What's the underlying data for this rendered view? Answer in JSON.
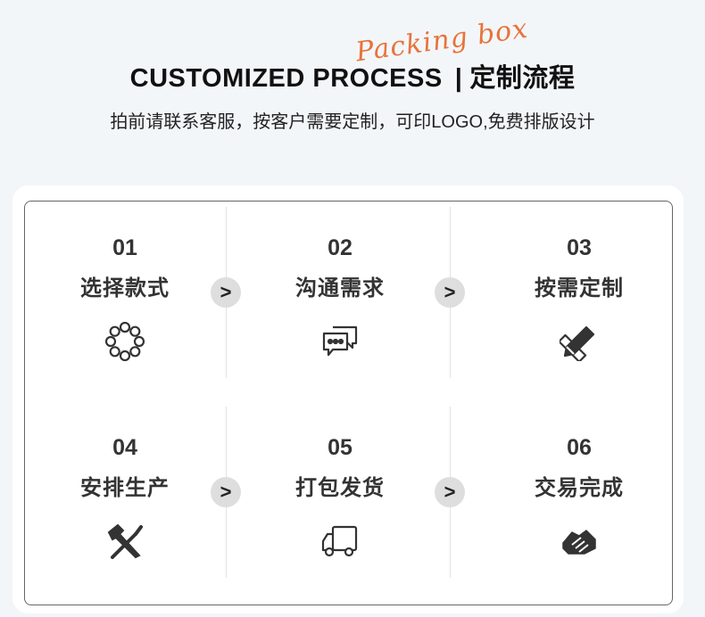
{
  "header": {
    "script_text": "Packing box",
    "title_en": "CUSTOMIZED PROCESS",
    "separator": "|",
    "title_cn": "定制流程",
    "subtitle": "拍前请联系客服，按客户需要定制，可印LOGO,免费排版设计"
  },
  "steps": [
    {
      "num": "01",
      "label": "选择款式",
      "icon": "ring-of-circles-icon"
    },
    {
      "num": "02",
      "label": "沟通需求",
      "icon": "chat-bubbles-icon"
    },
    {
      "num": "03",
      "label": "按需定制",
      "icon": "pencil-ruler-icon"
    },
    {
      "num": "04",
      "label": "安排生产",
      "icon": "hammer-screwdriver-icon"
    },
    {
      "num": "05",
      "label": "打包发货",
      "icon": "delivery-truck-icon"
    },
    {
      "num": "06",
      "label": "交易完成",
      "icon": "handshake-icon"
    }
  ],
  "arrow_glyph": ">",
  "colors": {
    "accent": "#e8733a",
    "background": "#f3f6f9",
    "card": "#ffffff",
    "arrow_bg": "#dedede"
  }
}
